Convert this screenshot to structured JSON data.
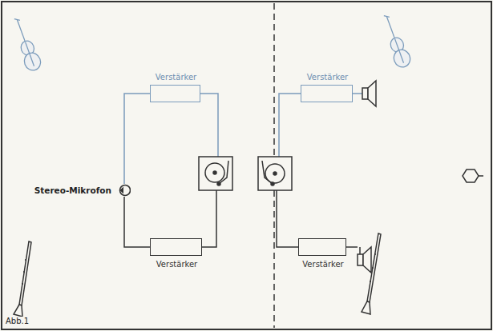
{
  "diagram": {
    "nodes": [
      {
        "text": [
          "Stereo-Mikrofon"
        ]
      },
      {
        "text": [
          "Verstärker"
        ]
      },
      {
        "text": [
          "Verstärker"
        ]
      },
      {
        "text": [
          "Verstärker"
        ]
      },
      {
        "text": [
          "Verstärker"
        ]
      }
    ],
    "edges": [
      {
        "from": 0,
        "to": 1,
        "arrow": "none"
      },
      {
        "from": 0,
        "to": 2,
        "arrow": "none"
      }
    ],
    "labels": [
      "Abb.1"
    ]
  }
}
